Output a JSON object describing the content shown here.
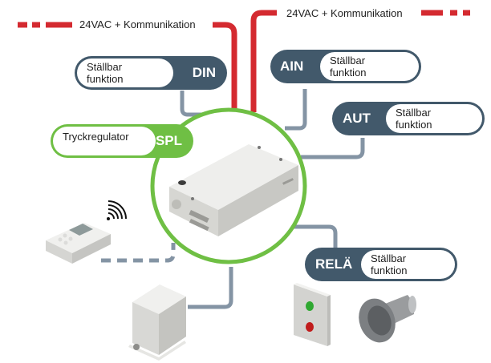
{
  "power_line_left": {
    "label": "24VAC + Kommunikation"
  },
  "power_line_right": {
    "label": "24VAC + Kommunikation"
  },
  "modules": {
    "din": {
      "code": "DIN",
      "description": "Ställbar funktion",
      "line1": "Ställbar",
      "line2": "funktion"
    },
    "ain": {
      "code": "AIN",
      "description": "Ställbar funktion",
      "line1": "Ställbar",
      "line2": "funktion"
    },
    "aut": {
      "code": "AUT",
      "description": "Ställbar funktion",
      "line1": "Ställbar",
      "line2": "funktion"
    },
    "spl": {
      "code": "SPL",
      "description": "Tryckregulator"
    },
    "rela": {
      "code": "RELÄ",
      "description": "Ställbar funktion",
      "line1": "Ställbar",
      "line2": "funktion"
    }
  },
  "devices": {
    "central_unit": "controller-box",
    "wireless_panel": "control-panel-with-wireless",
    "pressure_sensor": "pressure-transmitter-box",
    "indicator_panel": "green-red-indicator-lamps",
    "horn": "alarm-horn"
  },
  "colors": {
    "power_line": "#d42a30",
    "module_dark": "#42596b",
    "module_green": "#6fbf44",
    "connector": "#8494a4"
  }
}
